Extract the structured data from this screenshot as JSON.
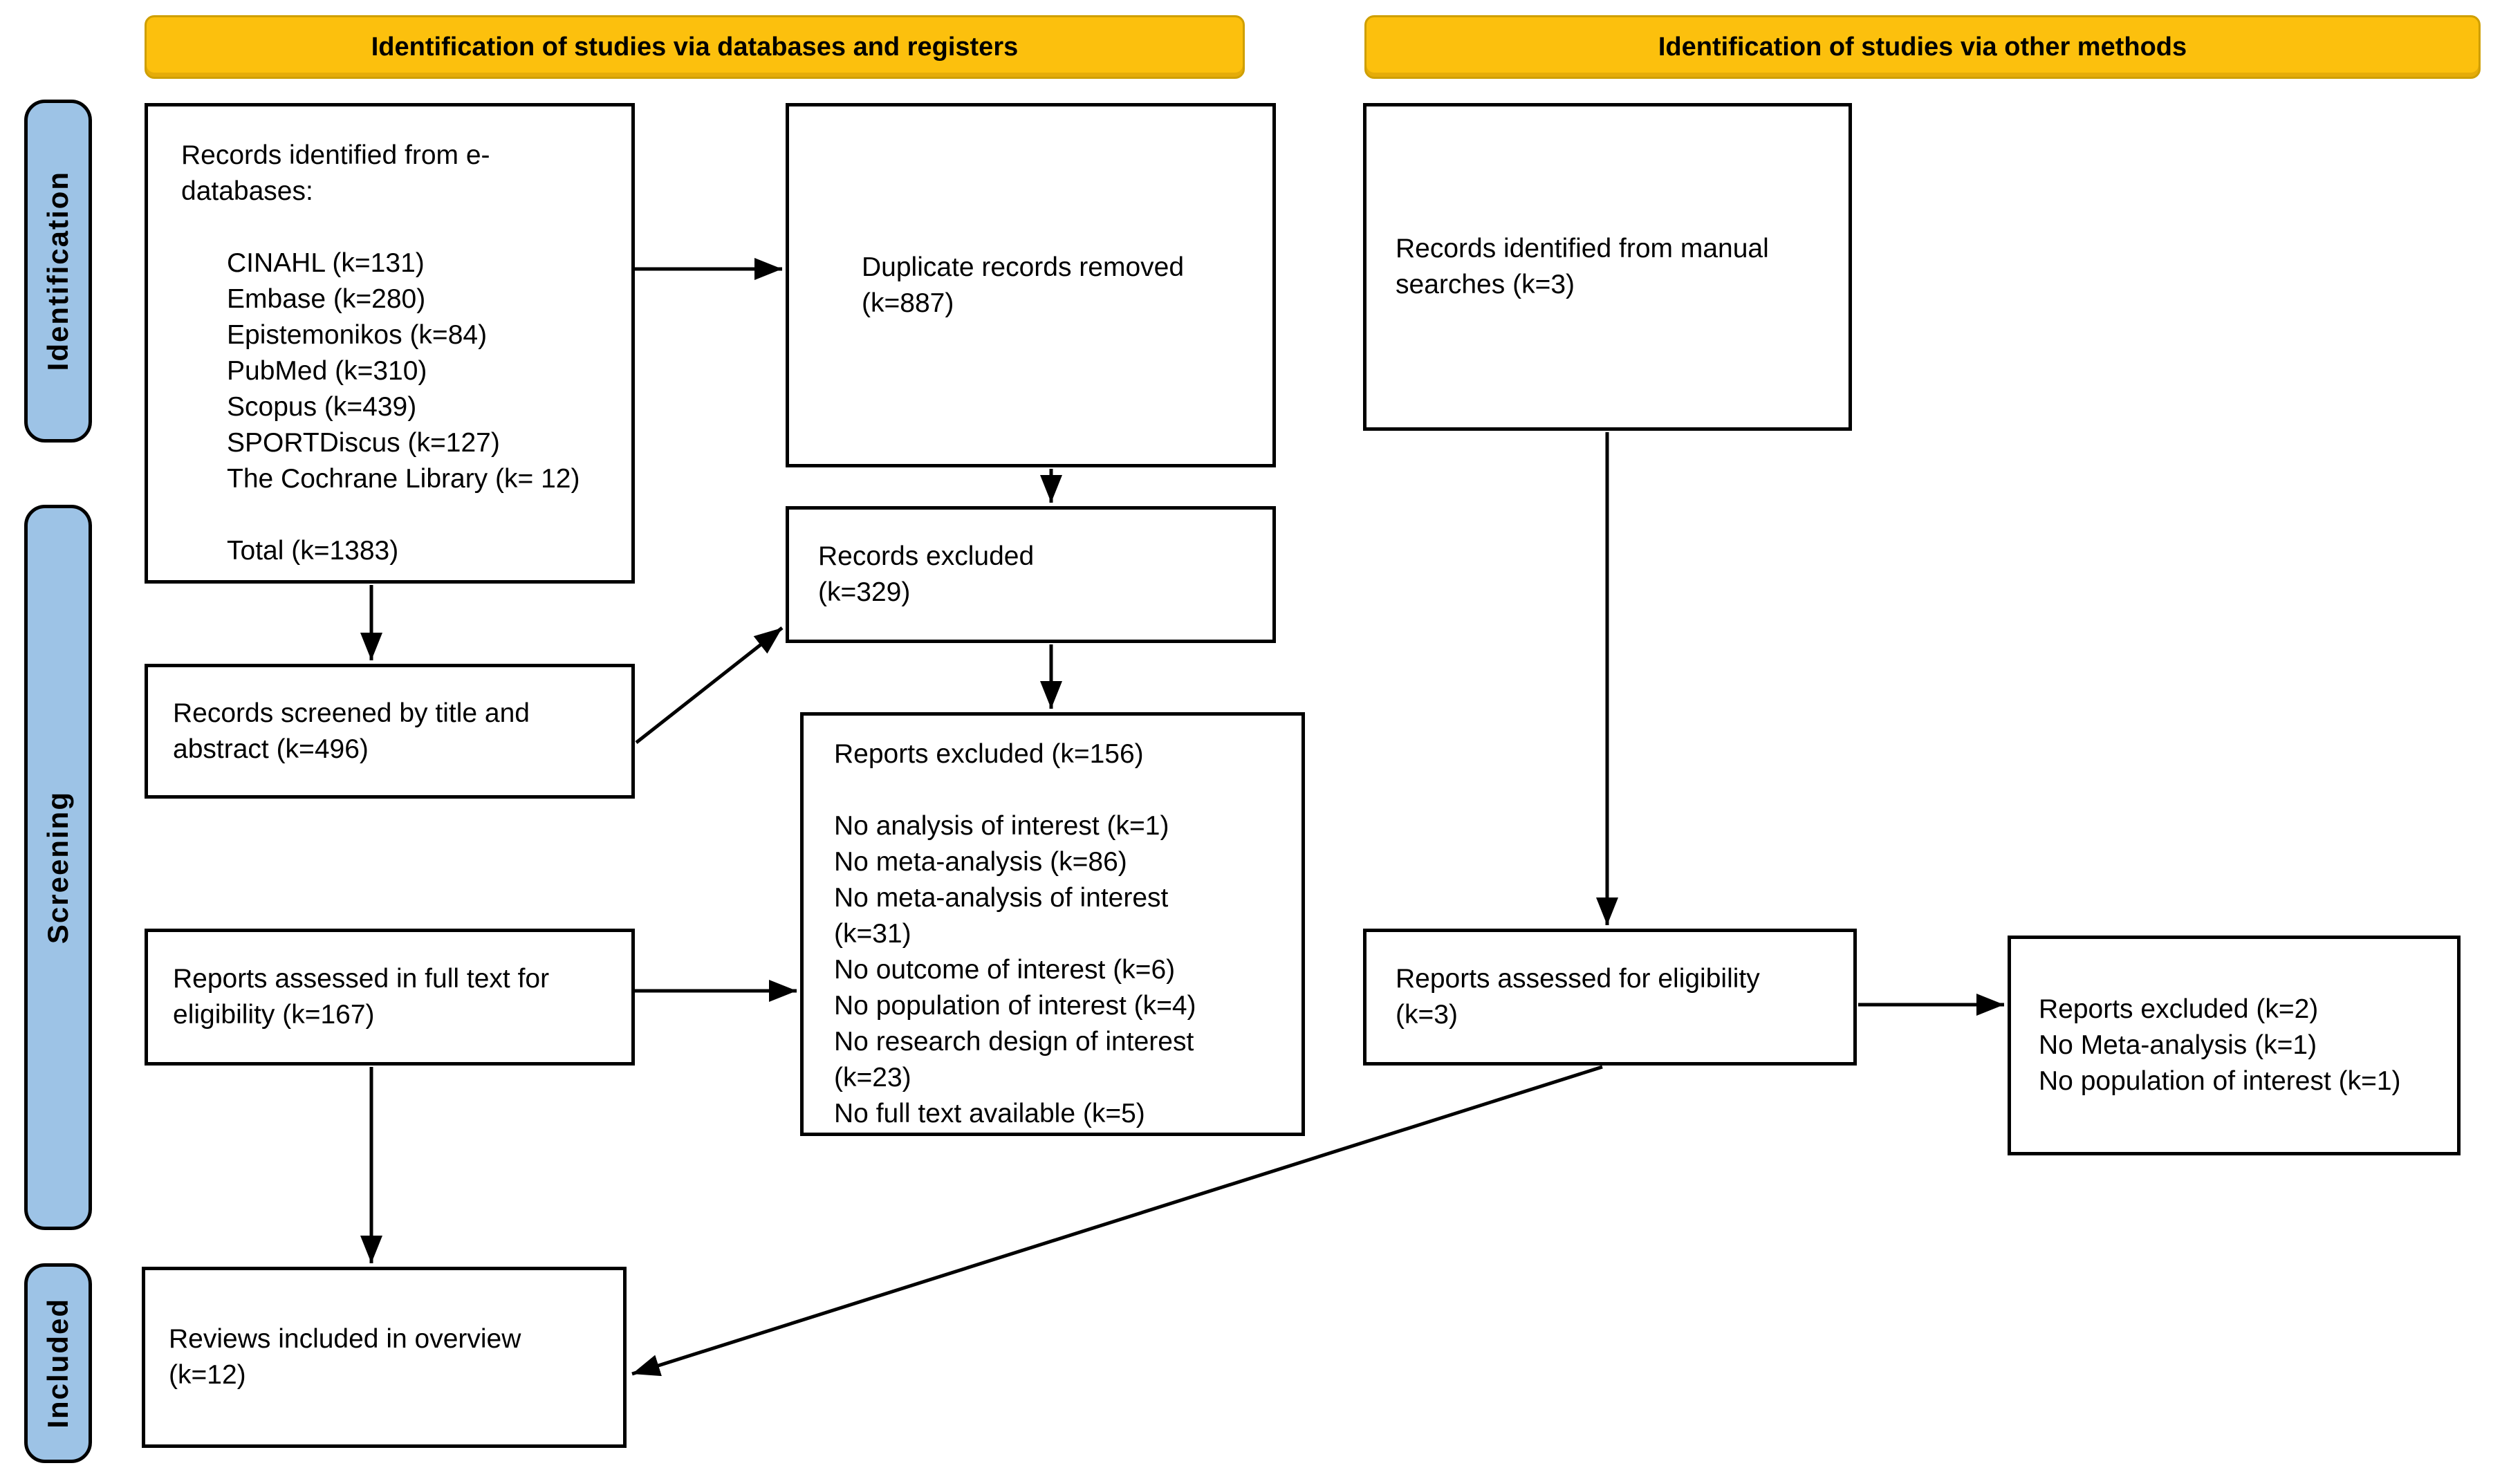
{
  "banners": {
    "databases": "Identification of studies via databases and registers",
    "other_methods": "Identification of studies via other methods"
  },
  "stages": {
    "identification": "Identification",
    "screening": "Screening",
    "included": "Included"
  },
  "boxes": {
    "records_identified": {
      "heading": "Records identified from e-databases:",
      "databases": [
        "CINAHL (k=131)",
        "Embase (k=280)",
        "Epistemonikos (k=84)",
        "PubMed (k=310)",
        "Scopus (k=439)",
        "SPORTDiscus (k=127)",
        "The Cochrane Library (k= 12)"
      ],
      "total": "Total (k=1383)"
    },
    "duplicates_removed": {
      "lines": [
        "Duplicate records removed",
        "(k=887)"
      ]
    },
    "records_excluded": {
      "lines": [
        "Records excluded",
        "(k=329)"
      ]
    },
    "records_screened": {
      "lines": [
        "Records screened by title and",
        "abstract (k=496)"
      ]
    },
    "reports_excluded_fulltext": {
      "heading": "Reports excluded (k=156)",
      "reasons": [
        "No analysis of interest (k=1)",
        "No meta-analysis (k=86)",
        "No meta-analysis of interest",
        "(k=31)",
        "No outcome of interest (k=6)",
        "No population of interest (k=4)",
        "No research design of interest",
        "(k=23)",
        "No full text available (k=5)"
      ]
    },
    "reports_assessed_fulltext": {
      "lines": [
        "Reports assessed in full text for",
        "eligibility (k=167)"
      ]
    },
    "reviews_included": {
      "lines": [
        "Reviews included in overview",
        "(k=12)"
      ]
    },
    "manual_searches": {
      "lines": [
        "Records identified from manual",
        "searches (k=3)"
      ]
    },
    "reports_assessed_other": {
      "lines": [
        "Reports assessed for eligibility",
        "(k=3)"
      ]
    },
    "reports_excluded_other": {
      "lines": [
        "Reports excluded (k=2)",
        "No Meta-analysis (k=1)",
        "No population of interest (k=1)"
      ]
    }
  },
  "colors": {
    "banner_fill": "#FCC00D",
    "banner_border": "#CF9F00",
    "stage_fill": "#9DC3E6",
    "line": "#000000",
    "background": "#FFFFFF"
  }
}
